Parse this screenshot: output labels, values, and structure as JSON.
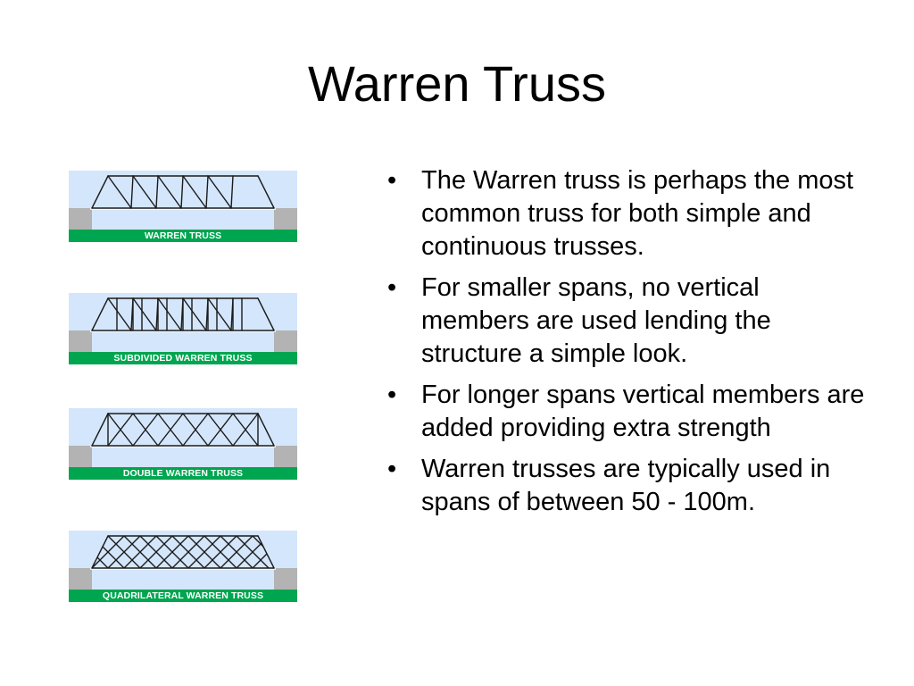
{
  "title": "Warren Truss",
  "colors": {
    "sky": "#d4e6fb",
    "ground": "#00a550",
    "pier": "#b3b3b3",
    "deck": "#ffffff",
    "truss": "#1a1a1a"
  },
  "figures": [
    {
      "caption": "WARREN TRUSS",
      "style": "warren"
    },
    {
      "caption": "SUBDIVIDED WARREN TRUSS",
      "style": "subdivided"
    },
    {
      "caption": "DOUBLE WARREN TRUSS",
      "style": "double"
    },
    {
      "caption": "QUADRILATERAL WARREN TRUSS",
      "style": "quadrilateral"
    }
  ],
  "bullets": [
    "The Warren truss is perhaps the most common truss for both simple and continuous trusses.",
    "For smaller spans, no vertical members are used lending the structure a simple look.",
    "For longer spans vertical members are added providing extra strength",
    "Warren trusses are typically used in spans of between 50 - 100m."
  ],
  "bullet_glyph": "•"
}
